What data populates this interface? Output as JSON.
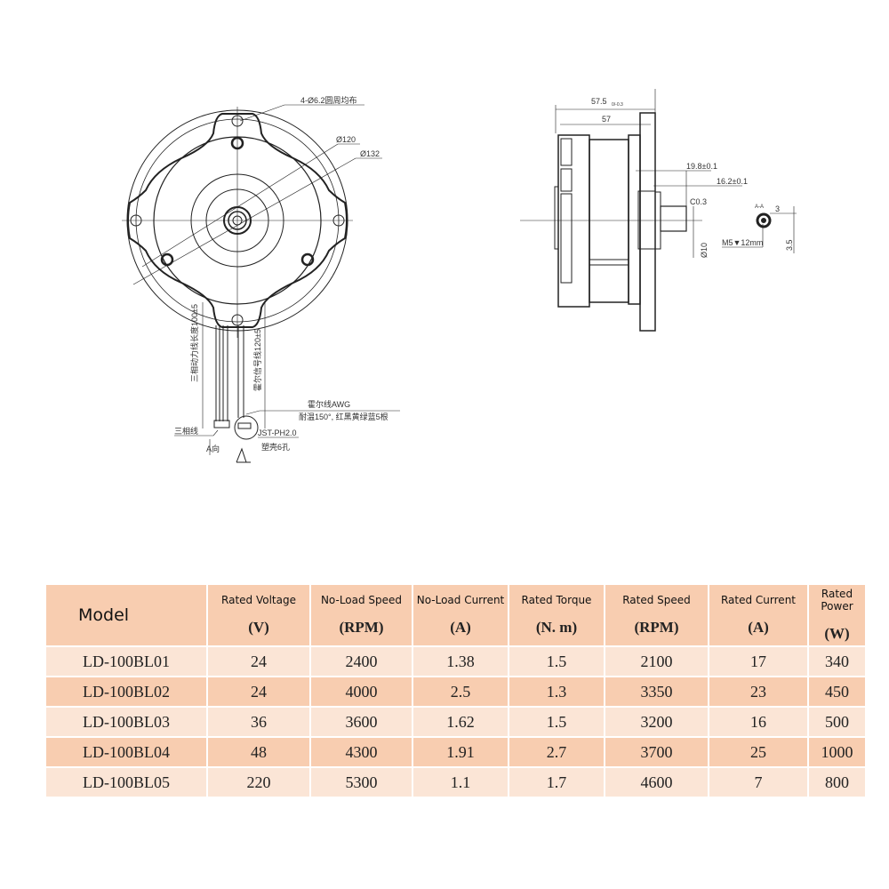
{
  "drawing": {
    "front_view": {
      "holes_label": "4-Ø6.2圆周均布",
      "dia_inner": "Ø120",
      "dia_outer": "Ø132",
      "power_lead": "三相动力线长度100±5",
      "hall_lead": "霍尔信号线120±5",
      "hall_wire": "霍尔线AWG",
      "hall_wire_spec": "耐温150°, 红黑黄绿蓝5根",
      "three_phase": "三相线",
      "connector": "JST-PH2.0",
      "connector_holes": "塑壳6孔",
      "view_a": "A向"
    },
    "side_view": {
      "total_length": "57.5",
      "total_length_tol": "0/-0.3",
      "body_length": "57",
      "shaft_len_1": "19.8±0.1",
      "shaft_len_2": "16.2±0.1",
      "chamfer": "C0.3",
      "shaft_dia": "Ø10",
      "thread": "M5▼12mm",
      "section": "A-A",
      "key_width": "3",
      "flat": "3.5"
    }
  },
  "table": {
    "headers": [
      {
        "name": "Model",
        "unit": ""
      },
      {
        "name": "Rated Voltage",
        "unit": "(V)"
      },
      {
        "name": "No-Load Speed",
        "unit": "(RPM)"
      },
      {
        "name": "No-Load Current",
        "unit": "(A)"
      },
      {
        "name": "Rated Torque",
        "unit": "(N. m)"
      },
      {
        "name": "Rated Speed",
        "unit": "(RPM)"
      },
      {
        "name": "Rated Current",
        "unit": "(A)"
      },
      {
        "name": "Rated Power",
        "unit": "(W)"
      }
    ],
    "rows": [
      [
        "LD-100BL01",
        "24",
        "2400",
        "1.38",
        "1.5",
        "2100",
        "17",
        "340"
      ],
      [
        "LD-100BL02",
        "24",
        "4000",
        "2.5",
        "1.3",
        "3350",
        "23",
        "450"
      ],
      [
        "LD-100BL03",
        "36",
        "3600",
        "1.62",
        "1.5",
        "3200",
        "16",
        "500"
      ],
      [
        "LD-100BL04",
        "48",
        "4300",
        "1.91",
        "2.7",
        "3700",
        "25",
        "1000"
      ],
      [
        "LD-100BL05",
        "220",
        "5300",
        "1.1",
        "1.7",
        "4600",
        "7",
        "800"
      ]
    ]
  }
}
